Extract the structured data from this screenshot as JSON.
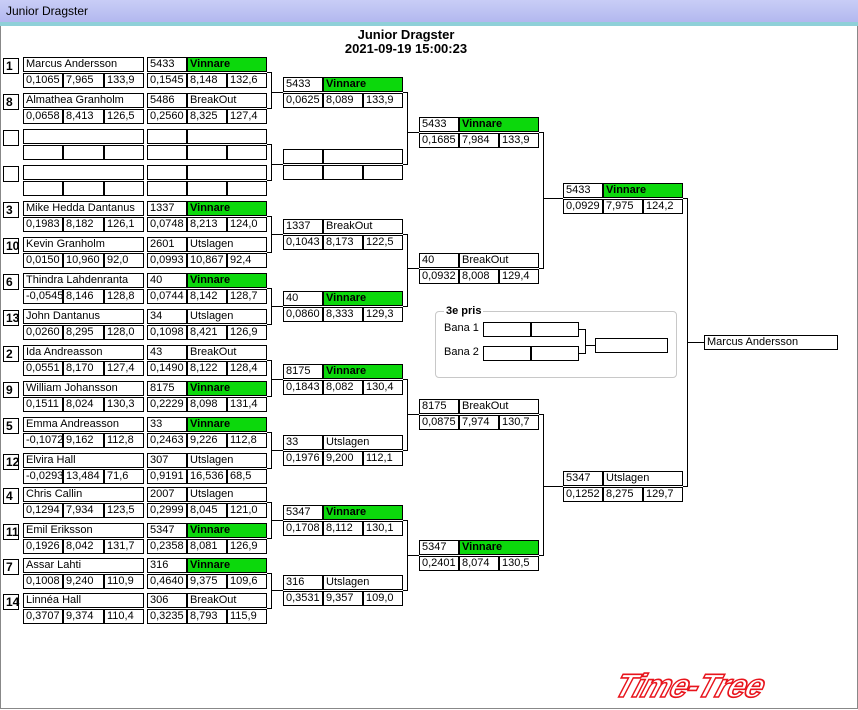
{
  "window": {
    "title": "Junior Dragster"
  },
  "header": {
    "title": "Junior Dragster",
    "datetime": "2021-09-19 15:00:23"
  },
  "seeds": [
    "1",
    "8",
    "",
    "",
    "3",
    "10",
    "6",
    "13",
    "2",
    "9",
    "5",
    "12",
    "4",
    "11",
    "7",
    "14"
  ],
  "entries": [
    {
      "name": "Marcus Andersson",
      "rt": "0,1065",
      "et": "7,965",
      "speed": "133,9"
    },
    {
      "name": "Almathea Granholm",
      "rt": "0,0658",
      "et": "8,413",
      "speed": "126,5"
    },
    {
      "name": "",
      "rt": "",
      "et": "",
      "speed": ""
    },
    {
      "name": "",
      "rt": "",
      "et": "",
      "speed": ""
    },
    {
      "name": "Mike Hedda Dantanus",
      "rt": "0,1983",
      "et": "8,182",
      "speed": "126,1"
    },
    {
      "name": "Kevin Granholm",
      "rt": "0,0150",
      "et": "10,960",
      "speed": "92,0"
    },
    {
      "name": "Thindra Lahdenranta",
      "rt": "-0,0545",
      "et": "8,146",
      "speed": "128,8"
    },
    {
      "name": "John Dantanus",
      "rt": "0,0260",
      "et": "8,295",
      "speed": "128,0"
    },
    {
      "name": "Ida Andreasson",
      "rt": "0,0551",
      "et": "8,170",
      "speed": "127,4"
    },
    {
      "name": "William Johansson",
      "rt": "0,1511",
      "et": "8,024",
      "speed": "130,3"
    },
    {
      "name": "Emma Andreasson",
      "rt": "-0,1072",
      "et": "9,162",
      "speed": "112,8"
    },
    {
      "name": "Elvira Hall",
      "rt": "-0,0293",
      "et": "13,484",
      "speed": "71,6"
    },
    {
      "name": "Chris Callin",
      "rt": "0,1294",
      "et": "7,934",
      "speed": "123,5"
    },
    {
      "name": "Emil Eriksson",
      "rt": "0,1926",
      "et": "8,042",
      "speed": "131,7"
    },
    {
      "name": "Assar Lahti",
      "rt": "0,1008",
      "et": "9,240",
      "speed": "110,9"
    },
    {
      "name": "Linnéa Hall",
      "rt": "0,3707",
      "et": "9,374",
      "speed": "110,4"
    }
  ],
  "round1": [
    {
      "id": "5433",
      "status": "Vinnare",
      "win": true,
      "rt": "0,1545",
      "et": "8,148",
      "speed": "132,6"
    },
    {
      "id": "5486",
      "status": "BreakOut",
      "win": false,
      "rt": "0,2560",
      "et": "8,325",
      "speed": "127,4"
    },
    {
      "id": "",
      "status": "",
      "win": false,
      "rt": "",
      "et": "",
      "speed": ""
    },
    {
      "id": "",
      "status": "",
      "win": false,
      "rt": "",
      "et": "",
      "speed": ""
    },
    {
      "id": "1337",
      "status": "Vinnare",
      "win": true,
      "rt": "0,0748",
      "et": "8,213",
      "speed": "124,0"
    },
    {
      "id": "2601",
      "status": "Utslagen",
      "win": false,
      "rt": "0,0993",
      "et": "10,867",
      "speed": "92,4"
    },
    {
      "id": "40",
      "status": "Vinnare",
      "win": true,
      "rt": "0,0744",
      "et": "8,142",
      "speed": "128,7"
    },
    {
      "id": "34",
      "status": "Utslagen",
      "win": false,
      "rt": "0,1098",
      "et": "8,421",
      "speed": "126,9"
    },
    {
      "id": "43",
      "status": "BreakOut",
      "win": false,
      "rt": "0,1490",
      "et": "8,122",
      "speed": "128,4"
    },
    {
      "id": "8175",
      "status": "Vinnare",
      "win": true,
      "rt": "0,2229",
      "et": "8,098",
      "speed": "131,4"
    },
    {
      "id": "33",
      "status": "Vinnare",
      "win": true,
      "rt": "0,2463",
      "et": "9,226",
      "speed": "112,8"
    },
    {
      "id": "307",
      "status": "Utslagen",
      "win": false,
      "rt": "0,9191",
      "et": "16,536",
      "speed": "68,5"
    },
    {
      "id": "2007",
      "status": "Utslagen",
      "win": false,
      "rt": "0,2999",
      "et": "8,045",
      "speed": "121,0"
    },
    {
      "id": "5347",
      "status": "Vinnare",
      "win": true,
      "rt": "0,2358",
      "et": "8,081",
      "speed": "126,9"
    },
    {
      "id": "316",
      "status": "Vinnare",
      "win": true,
      "rt": "0,4640",
      "et": "9,375",
      "speed": "109,6"
    },
    {
      "id": "306",
      "status": "BreakOut",
      "win": false,
      "rt": "0,3235",
      "et": "8,793",
      "speed": "115,9"
    }
  ],
  "round2": [
    {
      "id": "5433",
      "status": "Vinnare",
      "win": true,
      "rt": "0,0625",
      "et": "8,089",
      "speed": "133,9"
    },
    {
      "id": "",
      "status": "",
      "win": false,
      "rt": "",
      "et": "",
      "speed": ""
    },
    {
      "id": "1337",
      "status": "BreakOut",
      "win": false,
      "rt": "0,1043",
      "et": "8,173",
      "speed": "122,5"
    },
    {
      "id": "40",
      "status": "Vinnare",
      "win": true,
      "rt": "0,0860",
      "et": "8,333",
      "speed": "129,3"
    },
    {
      "id": "8175",
      "status": "Vinnare",
      "win": true,
      "rt": "0,1843",
      "et": "8,082",
      "speed": "130,4"
    },
    {
      "id": "33",
      "status": "Utslagen",
      "win": false,
      "rt": "0,1976",
      "et": "9,200",
      "speed": "112,1"
    },
    {
      "id": "5347",
      "status": "Vinnare",
      "win": true,
      "rt": "0,1708",
      "et": "8,112",
      "speed": "130,1"
    },
    {
      "id": "316",
      "status": "Utslagen",
      "win": false,
      "rt": "0,3531",
      "et": "9,357",
      "speed": "109,0"
    }
  ],
  "round3": [
    {
      "id": "5433",
      "status": "Vinnare",
      "win": true,
      "rt": "0,1685",
      "et": "7,984",
      "speed": "133,9"
    },
    {
      "id": "40",
      "status": "BreakOut",
      "win": false,
      "rt": "0,0932",
      "et": "8,008",
      "speed": "129,4"
    },
    {
      "id": "8175",
      "status": "BreakOut",
      "win": false,
      "rt": "0,0875",
      "et": "7,974",
      "speed": "130,7"
    },
    {
      "id": "5347",
      "status": "Vinnare",
      "win": true,
      "rt": "0,2401",
      "et": "8,074",
      "speed": "130,5"
    }
  ],
  "round4": [
    {
      "id": "5433",
      "status": "Vinnare",
      "win": true,
      "rt": "0,0929",
      "et": "7,975",
      "speed": "124,2"
    },
    {
      "id": "5347",
      "status": "Utslagen",
      "win": false,
      "rt": "0,1252",
      "et": "8,275",
      "speed": "129,7"
    }
  ],
  "winner": {
    "name": "Marcus Andersson"
  },
  "third_place": {
    "title": "3e pris",
    "lane1": "Bana 1",
    "lane2": "Bana 2"
  },
  "logo": {
    "text": "Time-Tree",
    "color": "#e8141c"
  }
}
